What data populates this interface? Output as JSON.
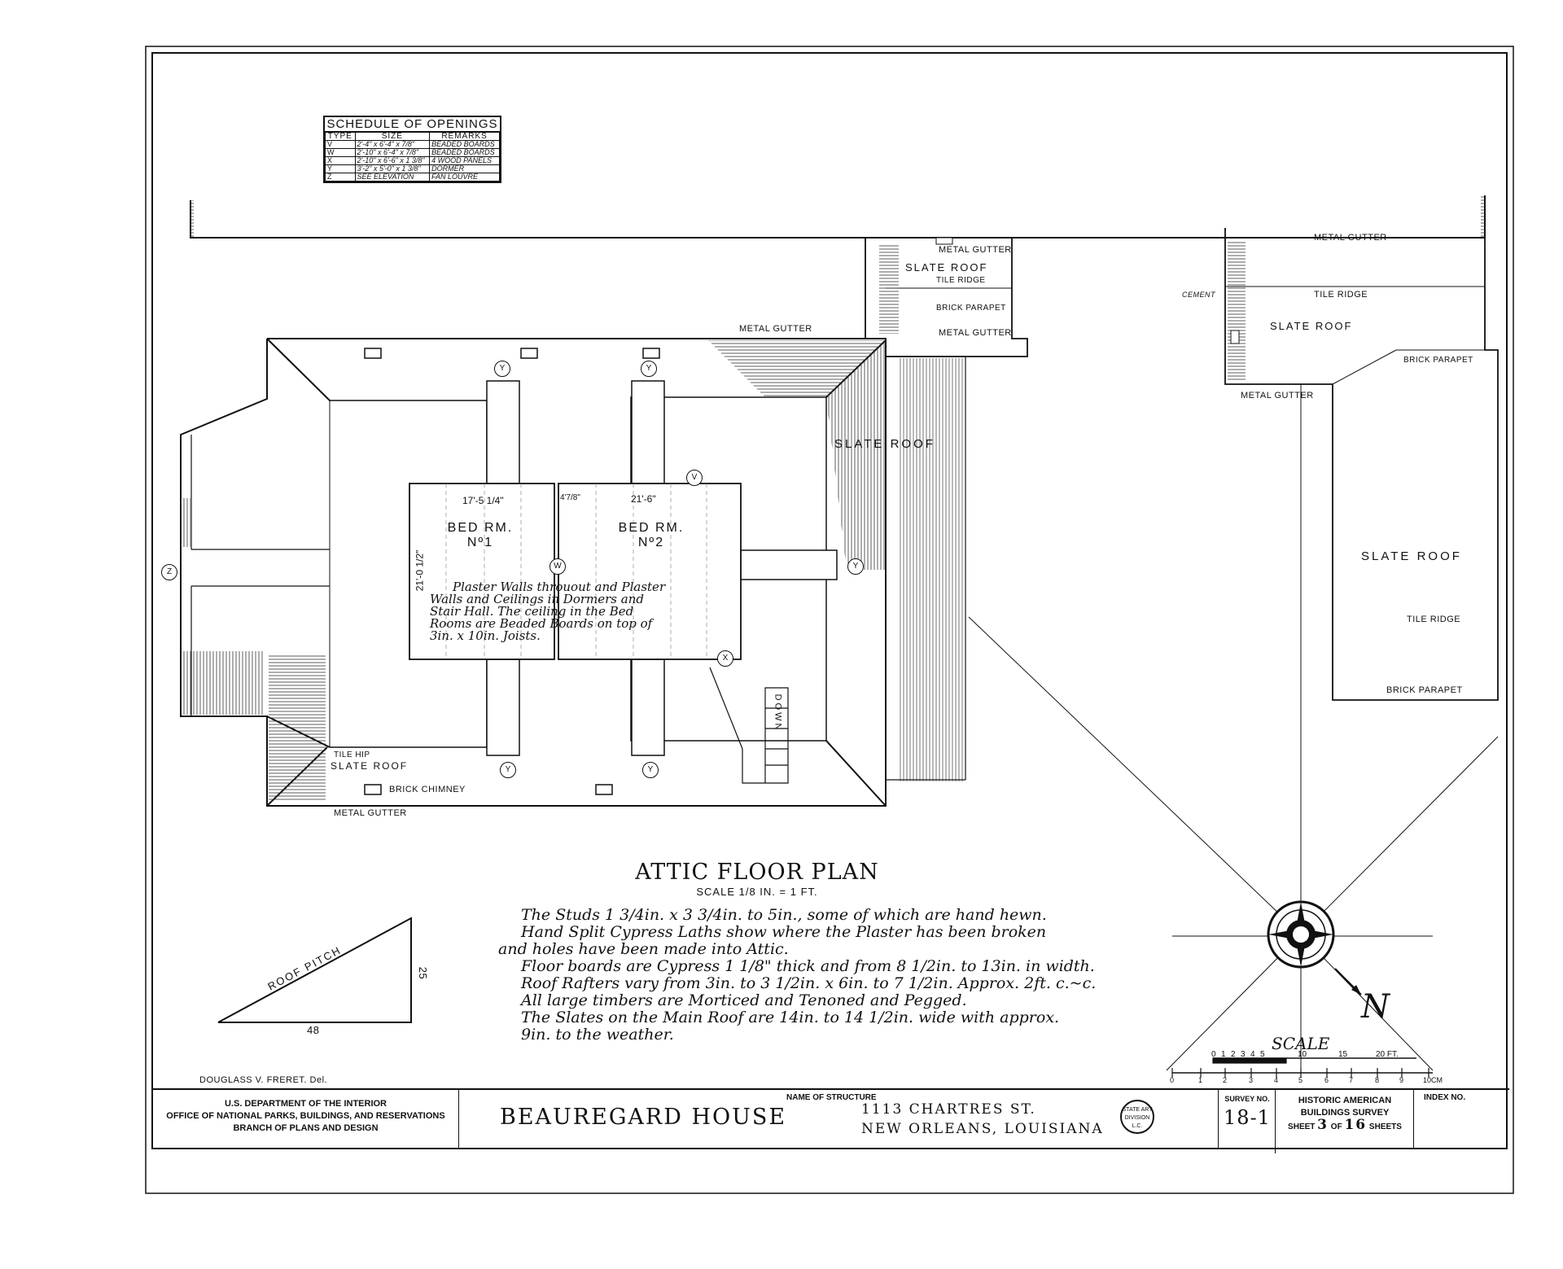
{
  "schedule": {
    "title": "SCHEDULE OF OPENINGS",
    "headers": [
      "TYPE",
      "SIZE",
      "REMARKS"
    ],
    "rows": [
      [
        "V",
        "2'-4\" x 6'-4\" x 7/8\"",
        "BEADED BOARDS"
      ],
      [
        "W",
        "2'-10\" x 6'-4\" x 7/8\"",
        "BEADED BOARDS"
      ],
      [
        "X",
        "2'-10\" x 6'-6\" x 1 3/8\"",
        "4 WOOD PANELS"
      ],
      [
        "Y",
        "3'-2\" x 5'-0\" x 1 3/8\"",
        "DORMER"
      ],
      [
        "Z",
        "SEE ELEVATION",
        "FAN LOUVRE"
      ]
    ]
  },
  "plan_labels": {
    "metal_gutter": "METAL GUTTER",
    "slate_roof": "SLATE ROOF",
    "slate_roof_lower": "SLATE ROOF",
    "tile_ridge": "TILE RIDGE",
    "brick_parapet": "BRICK PARAPET",
    "cement": "CEMENT",
    "tile_hip": "TILE HIP",
    "brick_chimney": "BRICK CHIMNEY",
    "bed_rm_1": "BED RM.",
    "bed_rm_1_num": "Nº1",
    "bed_rm_2": "BED RM.",
    "bed_rm_2_num": "Nº2",
    "down": "DOWN",
    "dim_1": "17'-5 1/4\"",
    "dim_2": "21'-6\"",
    "dim_3": "21'-0 1/2\"",
    "dim_4": "4'7/8\""
  },
  "opening_tags": [
    "Y",
    "Y",
    "V",
    "W",
    "Z",
    "Y",
    "X",
    "Y",
    "Y"
  ],
  "plaster_note": [
    "Plaster Walls throuout and Plaster",
    "Walls and Ceilings in Dormers and",
    "Stair Hall. The ceiling in the Bed",
    "Rooms are Beaded Boards on top of",
    "3in. x 10in. Joists."
  ],
  "drawing_title": "ATTIC FLOOR PLAN",
  "drawing_scale": "SCALE 1/8 IN. = 1 FT.",
  "notes": [
    "The Studs 1 3/4in. x 3 3/4in. to 5in., some of which are hand hewn.",
    "Hand Split Cypress Laths show where the Plaster has been broken",
    "and holes have been made into Attic.",
    "Floor boards are Cypress 1 1/8\" thick and from 8 1/2in. to 13in. in width.",
    "Roof Rafters vary from 3in. to 3 1/2in. x 6in. to 7 1/2in. Approx. 2ft. c.~c.",
    "All large timbers are Morticed and Tenoned and Pegged.",
    "The Slates on the Main Roof are 14in. to 14 1/2in. wide with approx.",
    "9in. to the weather."
  ],
  "roof_pitch": {
    "label": "ROOF PITCH",
    "rise": "25",
    "run": "48"
  },
  "scale_bar": {
    "title": "SCALE",
    "feet_ticks": [
      "0",
      "1",
      "2",
      "3",
      "4",
      "5",
      "10",
      "15",
      "20 FT."
    ],
    "cm_ticks": [
      "0",
      "1",
      "2",
      "3",
      "4",
      "5",
      "6",
      "7",
      "8",
      "9",
      "10CM"
    ]
  },
  "north": "N",
  "delineator": "DOUGLASS V. FRERET. Del.",
  "title_block": {
    "agency": [
      "U.S. DEPARTMENT OF THE INTERIOR",
      "OFFICE OF NATIONAL PARKS, BUILDINGS, AND RESERVATIONS",
      "BRANCH OF PLANS AND DESIGN"
    ],
    "name_label": "NAME OF STRUCTURE",
    "structure_name": "BEAUREGARD HOUSE",
    "address_1": "1113 CHARTRES ST.",
    "address_2": "NEW ORLEANS, LOUISIANA",
    "seal_text": "STATE ART DIVISION L.C.",
    "survey_label": "SURVEY NO.",
    "survey_no": "18-1",
    "habs_1": "HISTORIC AMERICAN",
    "habs_2": "BUILDINGS SURVEY",
    "sheet_pre": "SHEET",
    "sheet_no": "3",
    "sheet_mid": "OF",
    "sheet_total": "16",
    "sheet_post": "SHEETS",
    "index_label": "INDEX NO."
  }
}
